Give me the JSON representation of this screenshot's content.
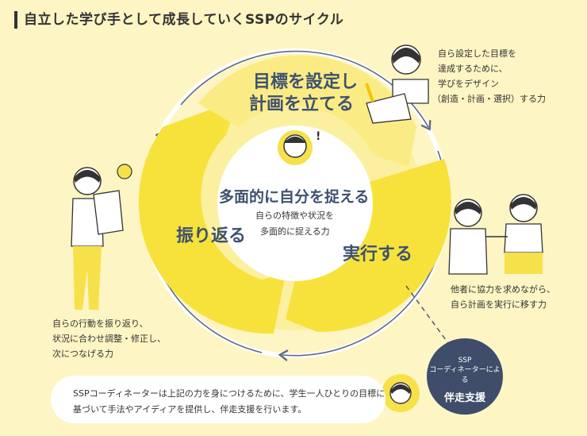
{
  "title": "自立した学び手として成長していくSSPのサイクル",
  "cycle": {
    "plan": {
      "line1": "目標を設定し",
      "line2": "計画を立てる"
    },
    "execute": "実行する",
    "reflect": "振り返る",
    "center": {
      "title": "多面的に自分を捉える",
      "sub1": "自らの特徴や状況を",
      "sub2": "多面的に捉える力"
    }
  },
  "captions": {
    "plan": [
      "自ら設定した目標を",
      "達成するために、",
      "学びをデザイン",
      "（創造・計画・選択）する力"
    ],
    "execute": [
      "他者に協力を求めながら、",
      "自ら計画を実行に移す力"
    ],
    "reflect": [
      "自らの行動を振り返り、",
      "状況に合わせ調整・修正し、",
      "次につなげる力"
    ]
  },
  "coordinator": {
    "line1": "SSP",
    "line2": "コーディネーターによる",
    "line3": "伴走支援"
  },
  "bubble": {
    "line1": "SSPコーディネーターは上記の力を身につけるために、学生一人ひとりの目標に",
    "line2": "基づいて手法やアイディアを提供し、伴走支援を行います。"
  },
  "colors": {
    "background": "#fdf5c4",
    "accent": "#f6e14a",
    "arrow": "#f7e23c",
    "navy": "#3f4c6a",
    "text_title": "#3d5170"
  }
}
